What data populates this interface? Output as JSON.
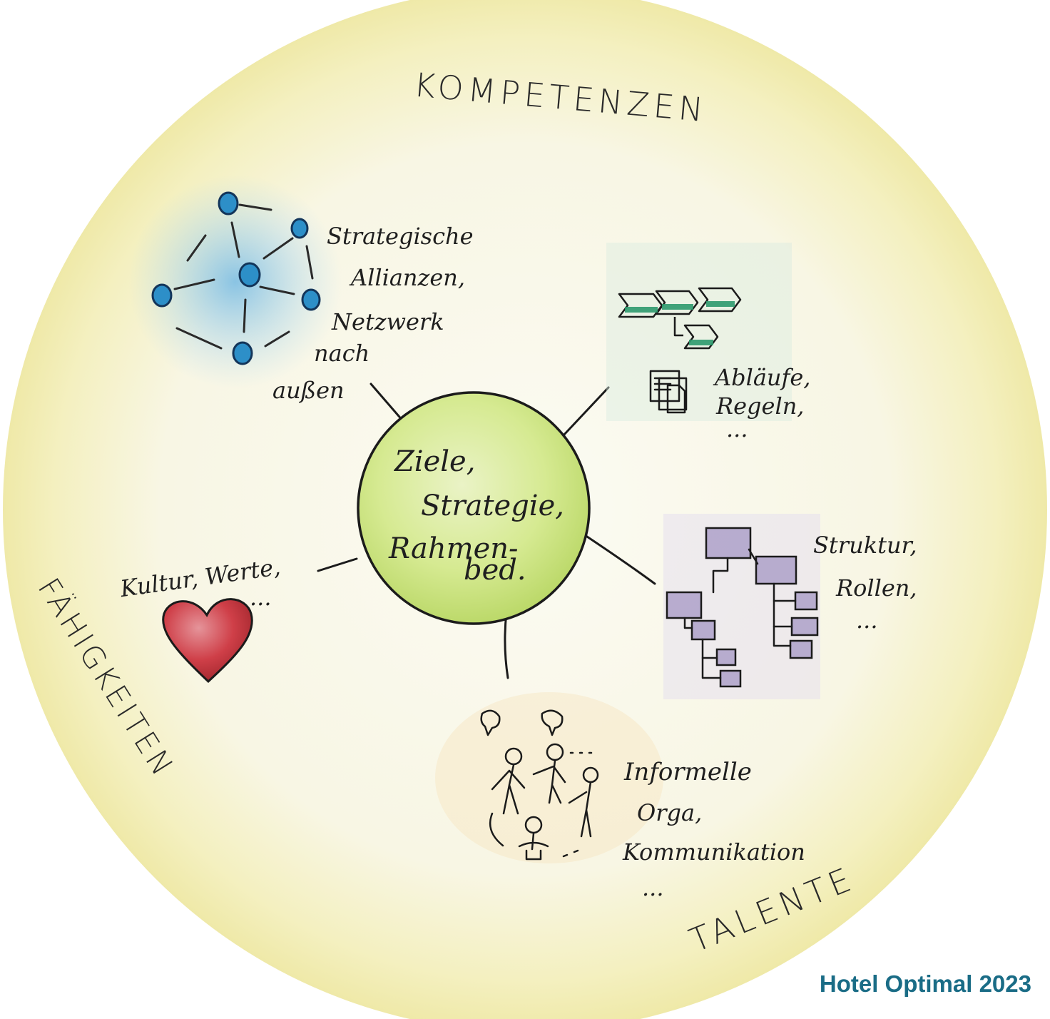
{
  "outer_labels": {
    "top": "KOMPETENZEN",
    "left": "FÄHIGKEITEN",
    "bottom_right": "TALENTE"
  },
  "center": {
    "lines": [
      "Ziele,",
      "Strategie,",
      "Rahmen-",
      "bed."
    ]
  },
  "branches": {
    "network": {
      "lines": [
        "Strategische",
        "Allianzen,",
        "Netzwerk",
        "nach",
        "außen"
      ],
      "icon": "network-icon"
    },
    "processes": {
      "lines": [
        "Abläufe,",
        "Regeln,",
        "..."
      ],
      "icon": "process-flow-icon"
    },
    "structure": {
      "lines": [
        "Struktur,",
        "Rollen,",
        "..."
      ],
      "icon": "org-chart-icon"
    },
    "informal": {
      "lines": [
        "Informelle",
        "Orga,",
        "Kommunikation",
        "..."
      ],
      "icon": "people-icon"
    },
    "culture": {
      "lines": [
        "Kultur, Werte,",
        "..."
      ],
      "icon": "heart-icon"
    }
  },
  "credit": "Hotel Optimal 2023",
  "colors": {
    "background": "#f7f5e6",
    "yellow_rim": "#f1ec9a",
    "center_fill": "#d3e98a",
    "network_blue": "#2d8fc8",
    "process_green": "#2e9a6e",
    "structure_purple": "#7c68a8",
    "heart_red": "#c8323a",
    "credit_teal": "#1a6c86"
  }
}
